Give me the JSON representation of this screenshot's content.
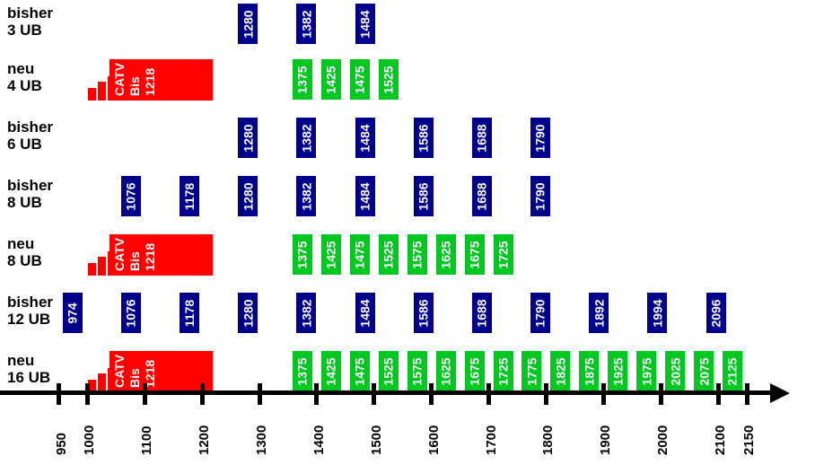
{
  "chart_data": {
    "type": "bar",
    "title": "",
    "xlabel": "",
    "ylabel": "",
    "orientation": "horizontal-frequency-plan",
    "axis": {
      "min": 930,
      "max": 2160,
      "tick_values": [
        950,
        1000,
        1100,
        1200,
        1300,
        1400,
        1500,
        1600,
        1700,
        1800,
        1900,
        2000,
        2100,
        2150
      ],
      "tick_labels": [
        "950",
        "1000",
        "1100",
        "1200",
        "1300",
        "1400",
        "1500",
        "1600",
        "1700",
        "1800",
        "1900",
        "2000",
        "2100",
        "2150"
      ],
      "grid": false,
      "arrow_right": true
    },
    "colors": {
      "blue": "#00008B",
      "green": "#00C820",
      "red": "#FF0000",
      "background": "#FFFFFF",
      "text": "#000000",
      "box_text": "#FFFFFF"
    },
    "catv": {
      "label_line1": "CATV",
      "label_line2": "Bis",
      "label_line3": "1218",
      "start": 950,
      "end": 1218,
      "steps": 5
    },
    "rows": [
      {
        "label_line1": "bisher",
        "label_line2": "3 UB",
        "kind": "blue",
        "catv": false,
        "values": [
          1280,
          1382,
          1484
        ]
      },
      {
        "label_line1": "neu",
        "label_line2": "4 UB",
        "kind": "green",
        "catv": true,
        "values": [
          1375,
          1425,
          1475,
          1525
        ]
      },
      {
        "label_line1": "bisher",
        "label_line2": "6 UB",
        "kind": "blue",
        "catv": false,
        "values": [
          1280,
          1382,
          1484,
          1586,
          1688,
          1790
        ]
      },
      {
        "label_line1": "bisher",
        "label_line2": "8 UB",
        "kind": "blue",
        "catv": false,
        "values": [
          1076,
          1178,
          1280,
          1382,
          1484,
          1586,
          1688,
          1790
        ]
      },
      {
        "label_line1": "neu",
        "label_line2": "8 UB",
        "kind": "green",
        "catv": true,
        "values": [
          1375,
          1425,
          1475,
          1525,
          1575,
          1625,
          1675,
          1725
        ]
      },
      {
        "label_line1": "bisher",
        "label_line2": "12 UB",
        "kind": "blue",
        "catv": false,
        "values": [
          974,
          1076,
          1178,
          1280,
          1382,
          1484,
          1586,
          1688,
          1790,
          1892,
          1994,
          2096
        ]
      },
      {
        "label_line1": "neu",
        "label_line2": "16 UB",
        "kind": "green",
        "catv": true,
        "values": [
          1375,
          1425,
          1475,
          1525,
          1575,
          1625,
          1675,
          1725,
          1775,
          1825,
          1875,
          1925,
          1975,
          2025,
          2075,
          2125
        ]
      }
    ]
  }
}
